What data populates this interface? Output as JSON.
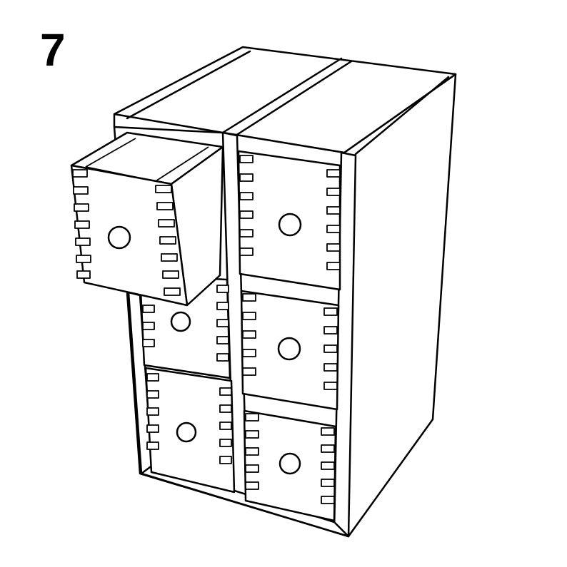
{
  "step": {
    "number": "7"
  },
  "illustration": {
    "subject": "drawer-cabinet",
    "drawer_columns": 2,
    "drawer_rows": 3,
    "opened_drawer": {
      "column": 1,
      "row": 1
    },
    "knob_icon": "circle-knob",
    "line_color": "#000000",
    "fill_color": "#ffffff"
  }
}
